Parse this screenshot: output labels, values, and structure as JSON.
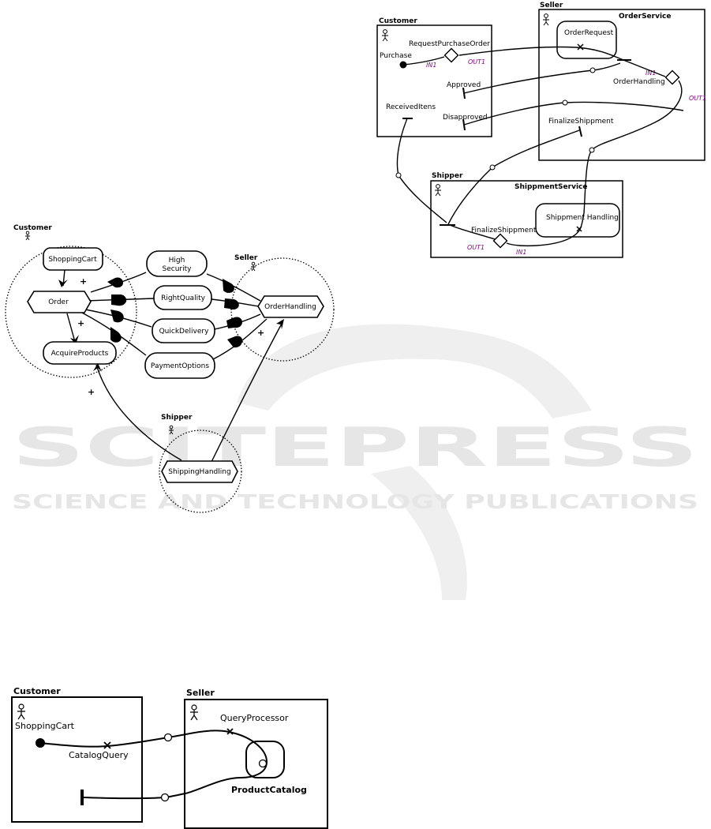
{
  "watermark": {
    "main": "SCITEPRESS",
    "sub": "SCIENCE AND TECHNOLOGY PUBLICATIONS"
  },
  "diagram_top": {
    "customer": {
      "title": "Customer",
      "purchase": "Purchase",
      "request": "RequestPurchaseOrder",
      "approved": "Approved",
      "disapproved": "Disapproved",
      "received": "ReceivedItens"
    },
    "seller": {
      "title": "Seller",
      "component": "OrderService",
      "order_request": "OrderRequest",
      "order_handling": "OrderHandling",
      "finalize": "FinalizeShippment"
    },
    "shipper": {
      "title": "Shipper",
      "component": "ShippmentService",
      "handling": "Shippment Handling",
      "finalize": "FinalizeShippment"
    },
    "ports": {
      "in1_customer": "IN1",
      "out1_customer": "OUT1",
      "in1_seller": "IN1",
      "out1_seller": "OUT1",
      "out1_shipper": "OUT1",
      "in1_shipper": "IN1"
    }
  },
  "diagram_mid": {
    "customer": {
      "title": "Customer",
      "shopping_cart": "ShoppingCart",
      "order": "Order",
      "acquire": "AcquireProducts"
    },
    "softgoals": {
      "high": "High",
      "security": "Security",
      "right_quality": "RightQuality",
      "quick_delivery": "QuickDelivery",
      "payment_options": "PaymentOptions"
    },
    "seller": {
      "title": "Seller",
      "order_handling": "OrderHandling"
    },
    "shipper": {
      "title": "Shipper",
      "shipping_handling": "ShippingHandling"
    },
    "contribution": "+"
  },
  "diagram_bottom": {
    "customer": {
      "title": "Customer",
      "shopping_cart": "ShoppingCart",
      "catalog_query": "CatalogQuery"
    },
    "seller": {
      "title": "Seller",
      "query_processor": "QueryProcessor",
      "product_catalog": "ProductCatalog"
    }
  }
}
